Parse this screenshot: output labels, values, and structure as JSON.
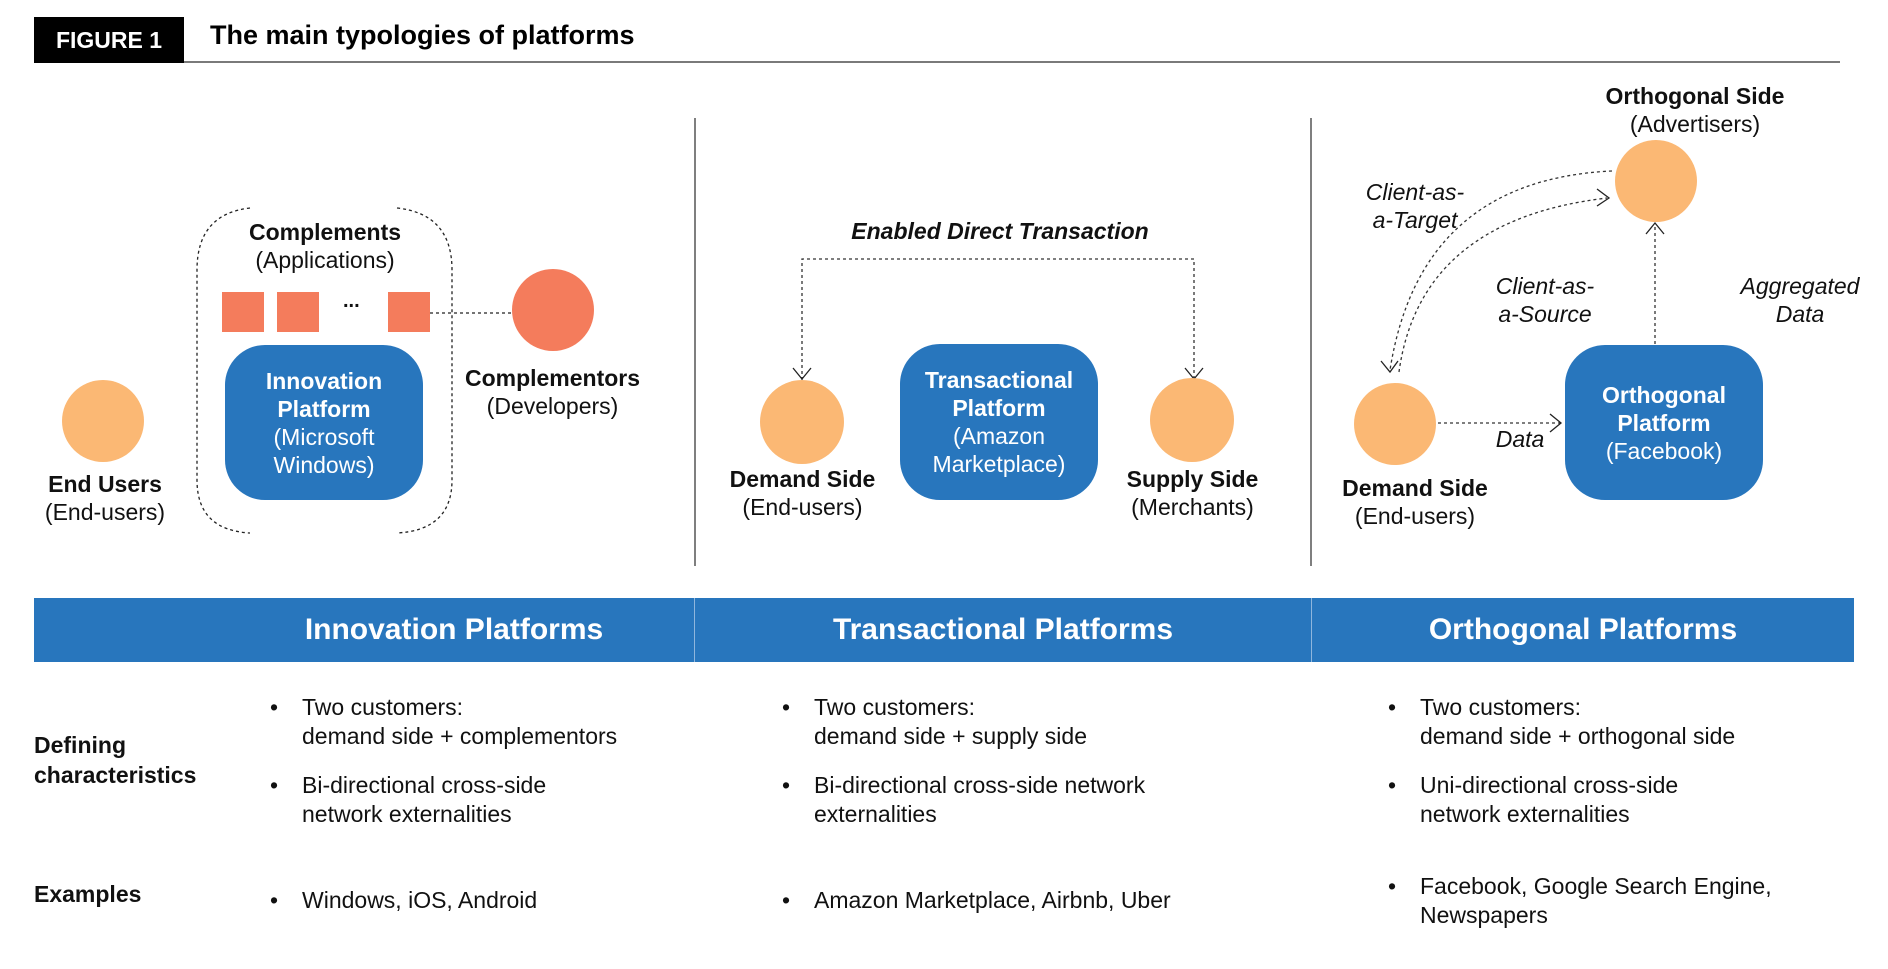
{
  "header": {
    "figure_tag": "FIGURE 1",
    "title": "The main typologies of platforms"
  },
  "colors": {
    "platform_blue": "#2876bd",
    "user_orange": "#fbb874",
    "complement_coral": "#f47c5c"
  },
  "innovation_diagram": {
    "end_users": {
      "title": "End Users",
      "subtitle": "(End-users)"
    },
    "complements": {
      "title": "Complements",
      "subtitle": "(Applications)",
      "ellipsis": "..."
    },
    "platform": {
      "title_line1": "Innovation",
      "title_line2": "Platform",
      "sub_line1": "(Microsoft",
      "sub_line2": "Windows)"
    },
    "complementors": {
      "title": "Complementors",
      "subtitle": "(Developers)"
    }
  },
  "transactional_diagram": {
    "arrow_label": "Enabled Direct Transaction",
    "demand_side": {
      "title": "Demand Side",
      "subtitle": "(End-users)"
    },
    "platform": {
      "title_line1": "Transactional",
      "title_line2": "Platform",
      "sub_line1": "(Amazon",
      "sub_line2": "Marketplace)"
    },
    "supply_side": {
      "title": "Supply Side",
      "subtitle": "(Merchants)"
    }
  },
  "orthogonal_diagram": {
    "orthogonal_side": {
      "title": "Orthogonal Side",
      "subtitle": "(Advertisers)"
    },
    "client_as_target": {
      "line1": "Client-as-",
      "line2": "a-Target"
    },
    "client_as_source": {
      "line1": "Client-as-",
      "line2": "a-Source"
    },
    "aggregated_data": {
      "line1": "Aggregated",
      "line2": "Data"
    },
    "data_label": "Data",
    "demand_side": {
      "title": "Demand Side",
      "subtitle": "(End-users)"
    },
    "platform": {
      "title_line1": "Orthogonal",
      "title_line2": "Platform",
      "sub_line1": "(Facebook)"
    }
  },
  "table": {
    "columns": [
      "Innovation Platforms",
      "Transactional Platforms",
      "Orthogonal Platforms"
    ],
    "row_labels": {
      "defining_line1": "Defining",
      "defining_line2": "characteristics",
      "examples": "Examples"
    },
    "bullet": "•",
    "innovation": {
      "defining": [
        {
          "line1": "Two customers:",
          "line2": "demand side + complementors"
        },
        {
          "line1": "Bi-directional cross-side",
          "line2": "network externalities"
        }
      ],
      "examples": [
        {
          "line1": "Windows, iOS, Android"
        }
      ]
    },
    "transactional": {
      "defining": [
        {
          "line1": "Two customers:",
          "line2": "demand side + supply side"
        },
        {
          "line1": "Bi-directional cross-side network",
          "line2": "externalities"
        }
      ],
      "examples": [
        {
          "line1": "Amazon Marketplace, Airbnb, Uber"
        }
      ]
    },
    "orthogonal": {
      "defining": [
        {
          "line1": "Two customers:",
          "line2": "demand side + orthogonal side"
        },
        {
          "line1": "Uni-directional cross-side",
          "line2": "network externalities"
        }
      ],
      "examples": [
        {
          "line1": "Facebook, Google Search Engine,",
          "line2": "Newspapers"
        }
      ]
    }
  }
}
